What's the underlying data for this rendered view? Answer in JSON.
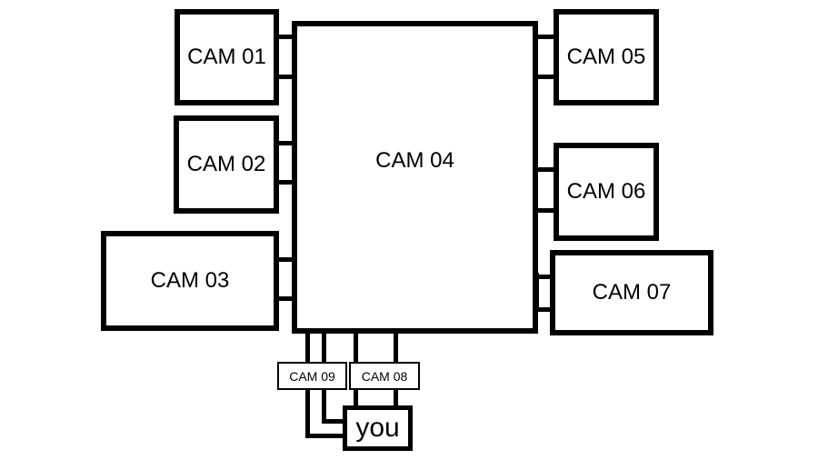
{
  "map": {
    "cameras": {
      "cam01": "CAM 01",
      "cam02": "CAM 02",
      "cam03": "CAM 03",
      "cam04": "CAM 04",
      "cam05": "CAM 05",
      "cam06": "CAM 06",
      "cam07": "CAM 07",
      "cam08": "CAM 08",
      "cam09": "CAM 09"
    },
    "player_label": "you"
  }
}
